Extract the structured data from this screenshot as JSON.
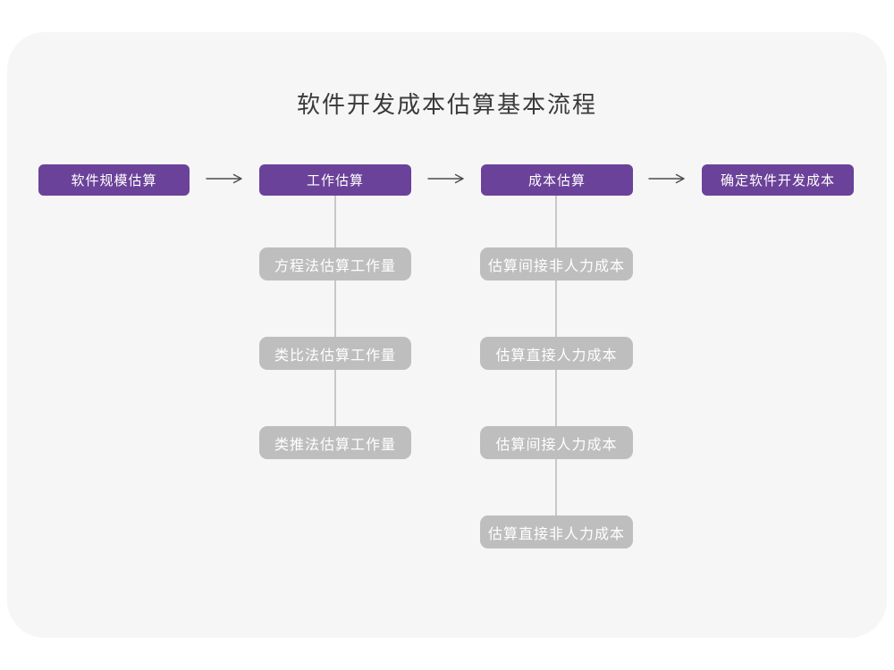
{
  "title": "软件开发成本估算基本流程",
  "colors": {
    "purple": "#6B4299",
    "gray_box": "#BEBEBE",
    "connector": "#C8C8C8",
    "arrow": "#4D4D4D",
    "card_bg": "#F6F6F6",
    "page_bg": "#FFFFFF",
    "title_text": "#3A3A3A",
    "box_text": "#FFFFFF"
  },
  "flow": {
    "main_steps": [
      {
        "label": "软件规模估算"
      },
      {
        "label": "工作估算",
        "children": [
          "方程法估算工作量",
          "类比法估算工作量",
          "类推法估算工作量"
        ]
      },
      {
        "label": "成本估算",
        "children": [
          "估算间接非人力成本",
          "估算直接人力成本",
          "估算间接人力成本",
          "估算直接非人力成本"
        ]
      },
      {
        "label": "确定软件开发成本"
      }
    ]
  }
}
